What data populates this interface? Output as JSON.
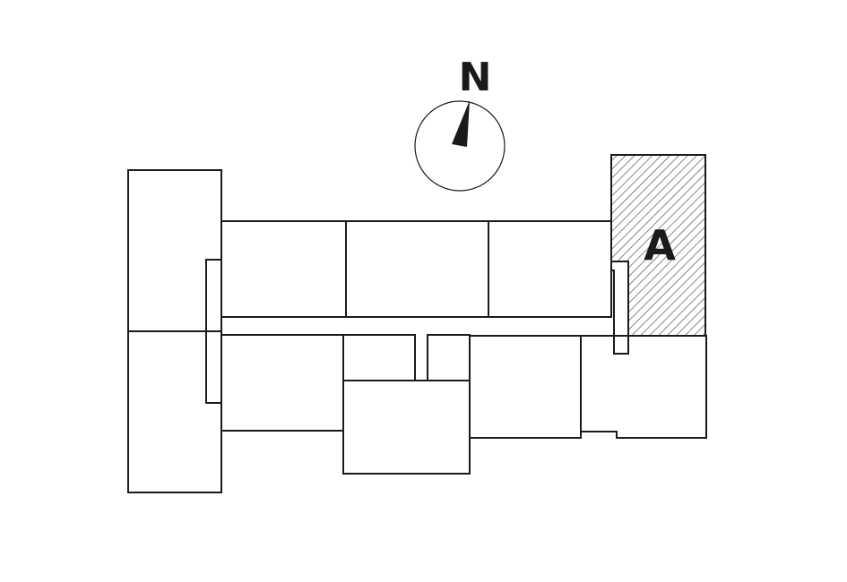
{
  "compass": {
    "label": "N",
    "icon": "compass-icon"
  },
  "highlighted_unit": {
    "label": "A",
    "pattern": "diagonal-hatch"
  },
  "colors": {
    "line": "#1a1a1a",
    "background": "#ffffff",
    "hatch": "#555555"
  }
}
